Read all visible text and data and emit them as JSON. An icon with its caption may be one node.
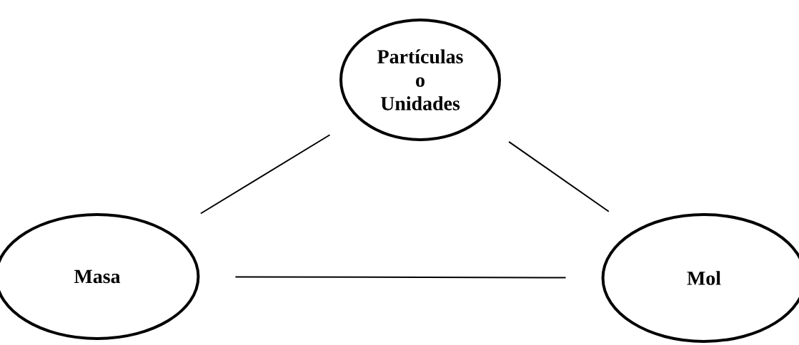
{
  "diagram": {
    "nodes": [
      {
        "text": [
          "Partículas o Unidades"
        ]
      },
      {
        "text": [
          "Masa"
        ]
      },
      {
        "text": [
          "Mol"
        ]
      }
    ],
    "edges": [
      {
        "from": 0,
        "to": 1,
        "arrow": "none"
      },
      {
        "from": 0,
        "to": 2,
        "arrow": "none"
      },
      {
        "from": 1,
        "to": 2,
        "arrow": "none"
      }
    ]
  }
}
